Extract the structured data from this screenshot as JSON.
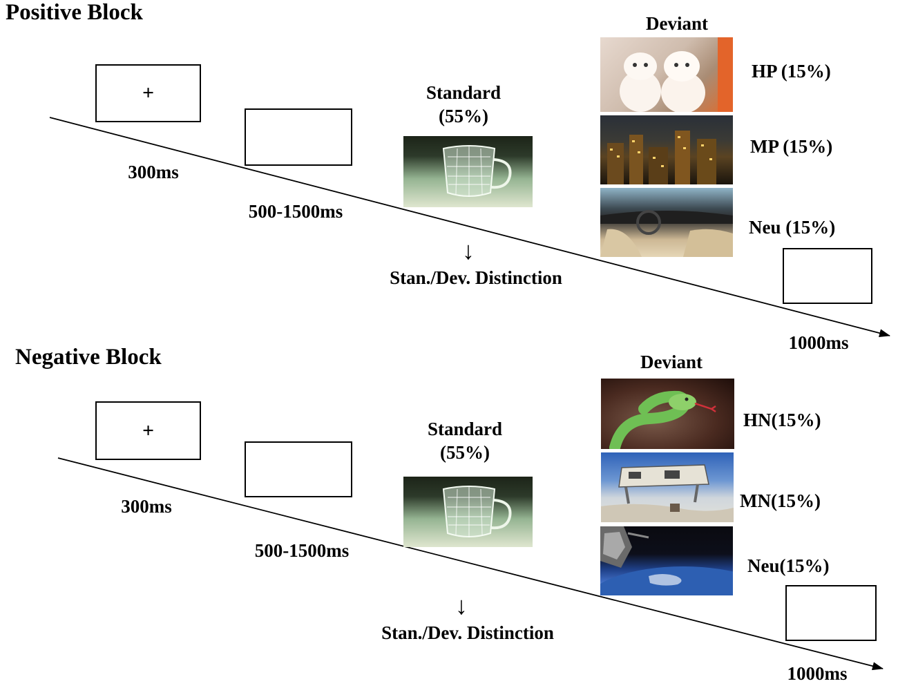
{
  "positive_block": {
    "title": "Positive Block",
    "fixation_symbol": "+",
    "fixation_duration": "300ms",
    "blank_duration": "500-1500ms",
    "standard_label": "Standard",
    "standard_pct": "(55%)",
    "distinction_label": "Stan./Dev. Distinction",
    "deviant_label": "Deviant",
    "deviants": [
      {
        "label": "HP (15%)",
        "image": "white-kittens-photo"
      },
      {
        "label": "MP (15%)",
        "image": "night-city-photo"
      },
      {
        "label": "Neu (15%)",
        "image": "car-interior-photo"
      }
    ],
    "end_duration": "1000ms"
  },
  "negative_block": {
    "title": "Negative Block",
    "fixation_symbol": "+",
    "fixation_duration": "300ms",
    "blank_duration": "500-1500ms",
    "standard_label": "Standard",
    "standard_pct": "(55%)",
    "distinction_label": "Stan./Dev. Distinction",
    "deviant_label": "Deviant",
    "deviants": [
      {
        "label": "HN(15%)",
        "image": "snake-photo"
      },
      {
        "label": "MN(15%)",
        "image": "collapsed-house-photo"
      },
      {
        "label": "Neu(15%)",
        "image": "earth-from-space-photo"
      }
    ],
    "end_duration": "1000ms"
  },
  "icons": {
    "down_arrow": "down-arrow-icon",
    "timeline_arrow": "timeline-arrow-icon"
  }
}
